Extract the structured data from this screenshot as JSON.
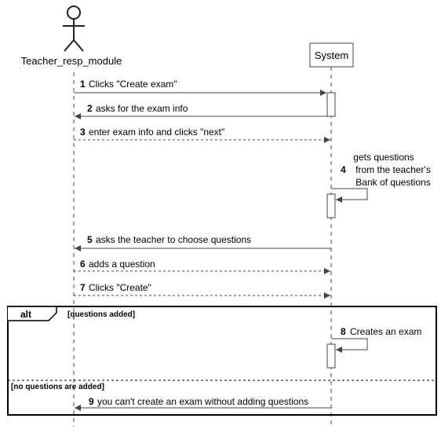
{
  "participants": {
    "actor": "Teacher_resp_module",
    "system": "System"
  },
  "messages": [
    {
      "n": "1",
      "text": "Clicks \"Create exam\""
    },
    {
      "n": "2",
      "text": "asks for the exam info"
    },
    {
      "n": "3",
      "text": "enter exam info and clicks \"next\""
    },
    {
      "n": "4",
      "lines": [
        "gets questions",
        "from the teacher's",
        "Bank of questions"
      ]
    },
    {
      "n": "5",
      "text": "asks the teacher to choose questions"
    },
    {
      "n": "6",
      "text": "adds a question"
    },
    {
      "n": "7",
      "text": "Clicks \"Create\""
    },
    {
      "n": "8",
      "text": "Creates an exam"
    },
    {
      "n": "9",
      "text": "you can't create an exam without adding questions"
    }
  ],
  "alt_fragment": {
    "label": "alt",
    "guard1": "[questions added]",
    "guard2": "[no questions are added]"
  }
}
